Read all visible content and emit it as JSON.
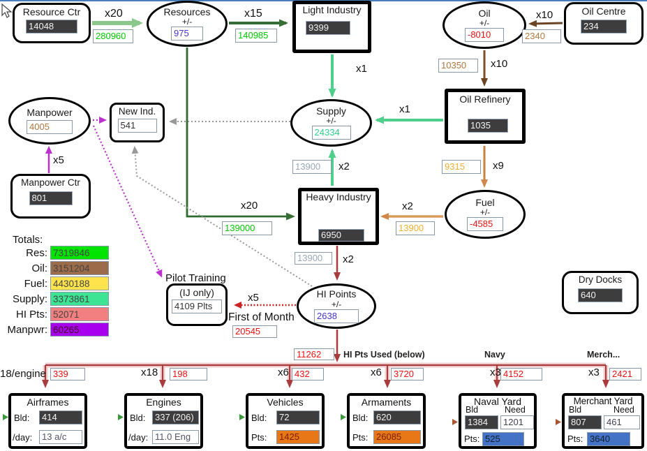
{
  "colors": {
    "pale_green_arrow": "#8cc88c",
    "dark_green_arrow": "#356f35",
    "mint_arrow": "#4fd08a",
    "brown_arrow": "#6b4423",
    "orange_arrow": "#d0884a",
    "magenta_arrow": "#bb33cc",
    "gray_arrow": "#999999",
    "dark_red_arrow": "#a83c3c",
    "red_arrow": "#cc2222",
    "dark_field_bg": "#3d3d3d"
  },
  "nodes": {
    "resource_ctr": {
      "title": "Resource Ctr",
      "value": "14048"
    },
    "resources": {
      "title": "Resources",
      "subtitle": "+/-",
      "value": "975"
    },
    "light_industry": {
      "title": "Light Industry",
      "value": "9399"
    },
    "oil": {
      "title": "Oil",
      "subtitle": "+/-",
      "value": "-8010"
    },
    "oil_centre": {
      "title": "Oil Centre",
      "value": "234"
    },
    "manpower": {
      "title": "Manpower",
      "value": "4005"
    },
    "new_ind": {
      "title": "New Ind.",
      "value": "541"
    },
    "supply": {
      "title": "Supply",
      "subtitle": "+/-",
      "value": "24334"
    },
    "oil_refinery": {
      "title": "Oil Refinery",
      "value": "1035"
    },
    "manpower_ctr": {
      "title": "Manpower Ctr",
      "value": "801"
    },
    "heavy_industry": {
      "title": "Heavy Industry",
      "value": "6950"
    },
    "fuel": {
      "title": "Fuel",
      "subtitle": "+/-",
      "value": "-4585"
    },
    "hi_points": {
      "title": "HI Points",
      "subtitle": "+/-",
      "value": "2638"
    },
    "pilot_training": {
      "title": "Pilot Training",
      "subtitle": "(IJ only)",
      "value": "4109 Plts"
    },
    "dry_docks": {
      "title": "Dry Docks",
      "value": "640"
    }
  },
  "edges": {
    "resctr_resources": {
      "mult": "x20",
      "value": "280960"
    },
    "resources_light": {
      "mult": "x15",
      "value": "140985"
    },
    "light_supply": {
      "mult": "x1"
    },
    "oilcentre_oil": {
      "mult": "x10",
      "value": "2340"
    },
    "oil_down": {
      "mult": "x10",
      "value": "10350"
    },
    "refinery_supply": {
      "mult": "x1"
    },
    "refinery_fuel": {
      "mult": "x9",
      "value": "9315"
    },
    "hi_supply": {
      "mult": "x2",
      "value": "13900"
    },
    "fuel_hi": {
      "mult": "x2",
      "value": "13900"
    },
    "resources_hi": {
      "mult": "x20",
      "value": "139000"
    },
    "hi_hipoints": {
      "mult": "x2",
      "value": "13900"
    },
    "mpctr_manpower": {
      "mult": "x5"
    },
    "hipoints_pilot": {
      "mult": "x5",
      "note": "First of Month",
      "value": "20545"
    },
    "hipoints_down": {
      "value": "11262"
    }
  },
  "totals": {
    "title": "Totals:",
    "rows": [
      {
        "label": "Res:",
        "value": "7319846",
        "color": "#00e400"
      },
      {
        "label": "Oil:",
        "value": "3151204",
        "color": "#9c6b4a"
      },
      {
        "label": "Fuel:",
        "value": "4430188",
        "color": "#ffe34d"
      },
      {
        "label": "Supply:",
        "value": "3373861",
        "color": "#3ce493"
      },
      {
        "label": "HI Pts:",
        "value": "52071",
        "color": "#f38080"
      },
      {
        "label": "Manpwr:",
        "value": "60265",
        "color": "#a800ee"
      }
    ]
  },
  "distribution": {
    "engine_note": "18/engine",
    "hi_used_label": "HI Pts Used (below)",
    "navy_label": "Navy",
    "merch_label": "Merch...",
    "branches": [
      {
        "value": "339",
        "mult": "x18"
      },
      {
        "value": "198",
        "mult": "x6"
      },
      {
        "value": "432",
        "mult": "x6"
      },
      {
        "value": "3720",
        "mult": "x3"
      },
      {
        "value": "4152",
        "mult": "x3"
      },
      {
        "value": "2421",
        "mult": ""
      }
    ]
  },
  "factories": {
    "airframes": {
      "title": "Airframes",
      "bld_label": "Bld:",
      "bld": "414",
      "day_label": "/day:",
      "day": "13 a/c"
    },
    "engines": {
      "title": "Engines",
      "bld_label": "Bld:",
      "bld": "337 (206)",
      "day_label": "/day:",
      "day": "11.0 Eng"
    },
    "vehicles": {
      "title": "Vehicles",
      "bld_label": "Bld:",
      "bld": "72",
      "pts_label": "Pts:",
      "pts": "1425"
    },
    "armaments": {
      "title": "Armaments",
      "bld_label": "Bld:",
      "bld": "620",
      "pts_label": "Pts:",
      "pts": "26085"
    },
    "naval_yard": {
      "title": "Naval Yard",
      "bld_label": "Bld",
      "need_label": "Need",
      "bld": "1384",
      "need": "1201",
      "pts_label": "Pts:",
      "pts": "525"
    },
    "merchant_yard": {
      "title": "Merchant Yard",
      "bld_label": "Bld",
      "need_label": "Need",
      "bld": "807",
      "need": "461",
      "pts_label": "Pts:",
      "pts": "3640"
    }
  }
}
